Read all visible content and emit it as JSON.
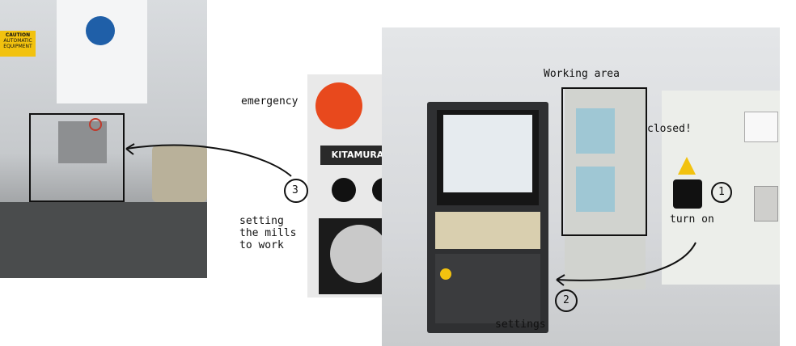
{
  "labels": {
    "emergency": "emergency",
    "setting_mills": "setting\nthe mills\nto work",
    "working_area": "Working area",
    "closed": "closed!",
    "turn_on": "turn on",
    "settings": "settings",
    "num1": "1",
    "num2": "2",
    "num3": "3"
  },
  "photo_text": {
    "caution": "CAUTION",
    "automatic_equipment": "AUTOMATIC EQUIPMENT",
    "brand": "KITAMURA"
  },
  "colors": {
    "emergency_button": "#e8491d",
    "annotation_stroke": "#111111"
  }
}
